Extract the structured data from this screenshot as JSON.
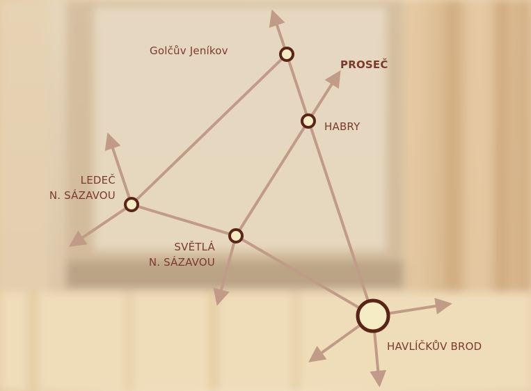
{
  "colors": {
    "road": "#c09b88",
    "town_fill": "#f5ecc5",
    "town_stroke": "#5a2417",
    "label": "#7a3b2e"
  },
  "places": {
    "golcuv_jenikov": "Golčův Jeníkov",
    "prosec": "PROSEČ",
    "habry": "HABRY",
    "ledec_line1": "LEDEČ",
    "ledec_line2": "N. SÁZAVOU",
    "svetla_line1": "SVĚTLÁ",
    "svetla_line2": "N. SÁZAVOU",
    "havlickuv_brod": "HAVLÍČKŮV BROD"
  }
}
